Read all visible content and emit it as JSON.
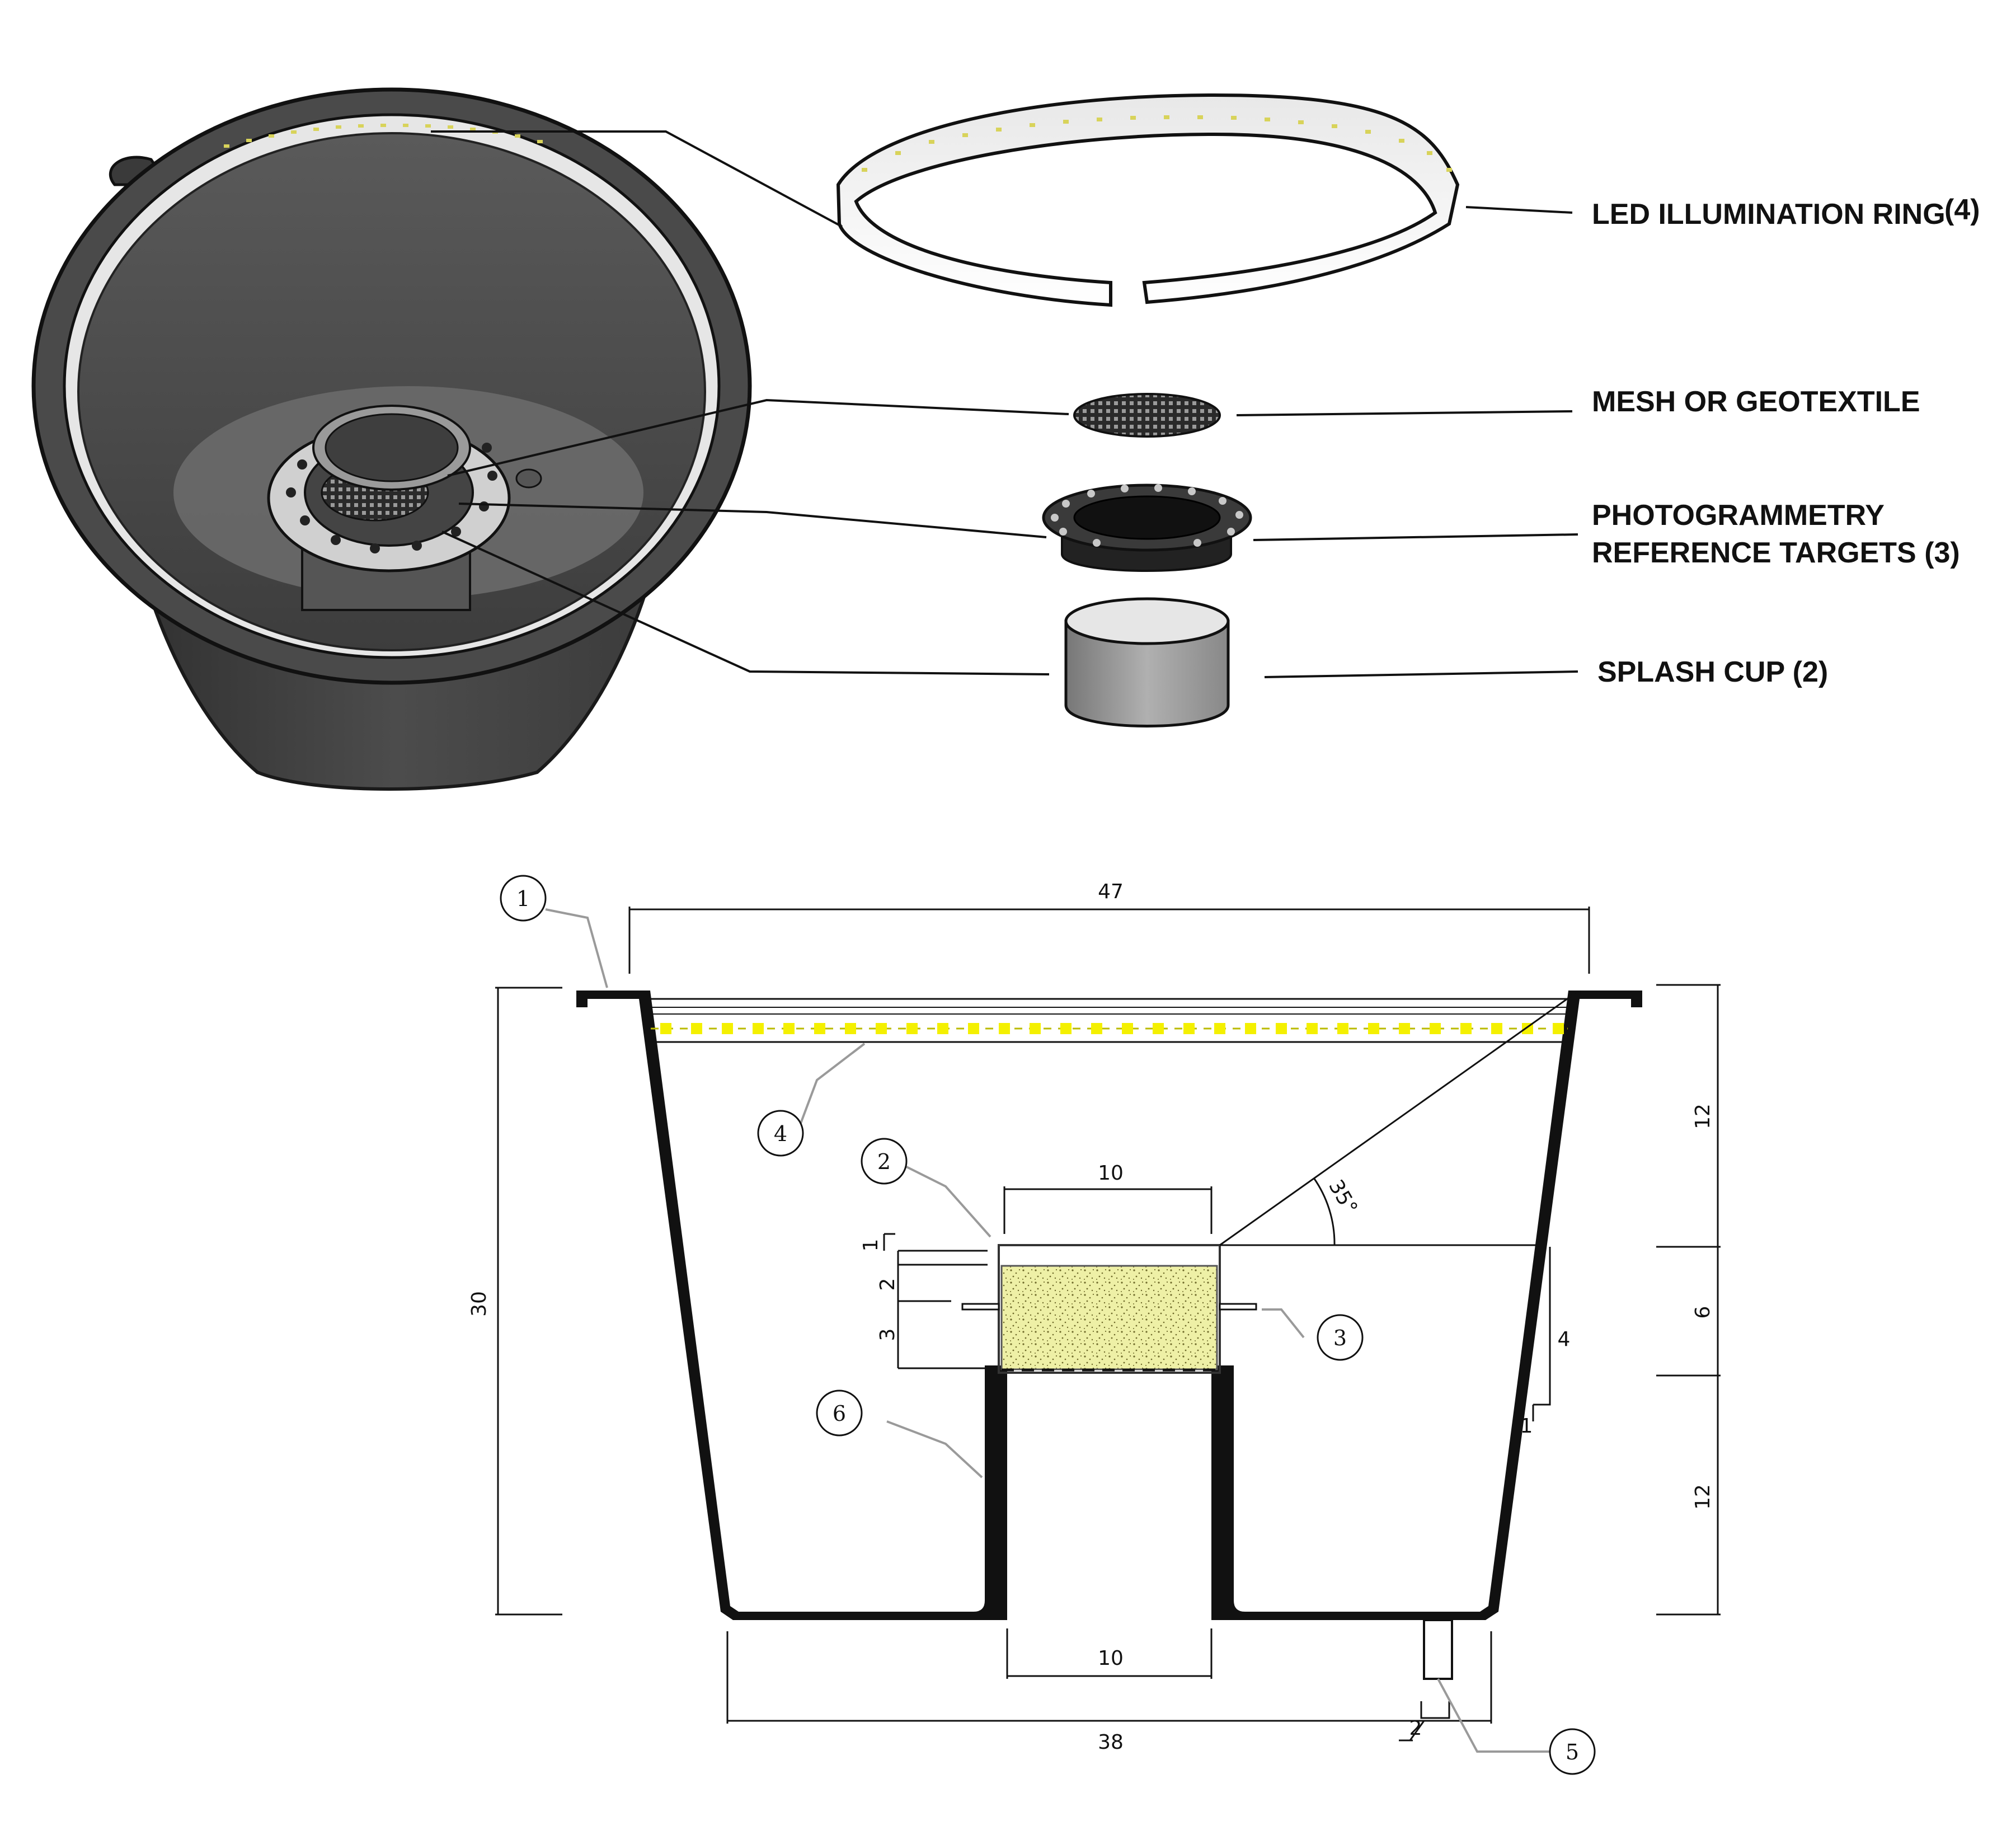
{
  "colors": {
    "bucket_dark": "#3a3a3a",
    "bucket_mid": "#555555",
    "bucket_light": "#6b6b6b",
    "led_yellow": "#f4f000",
    "sand_fill": "#eef0a6",
    "line": "#111111",
    "leader_grey": "#9a9a9a"
  },
  "exploded_view": {
    "labels": {
      "led_ring": "LED ILLUMINATION RING",
      "led_ring_num": "(4)",
      "mesh": "MESH OR GEOTEXTILE",
      "targets_line1": "PHOTOGRAMMETRY",
      "targets_line2": "REFERENCE TARGETS (3)",
      "splash_cup": "SPLASH CUP (2)"
    },
    "icons": [
      "bucket-icon",
      "led-ring-icon",
      "mesh-disc-icon",
      "target-ring-icon",
      "splash-cup-icon"
    ]
  },
  "section_view": {
    "dimensions": {
      "top_width": "47",
      "bottom_width": "38",
      "height": "30",
      "cup_width_top": "10",
      "cup_width_bottom": "10",
      "right_upper": "12",
      "right_middle": "6",
      "right_lower": "12",
      "left_1": "1",
      "left_2": "2",
      "left_3": "3",
      "inner_4": "4",
      "inner_1": "1",
      "drain_2": "2",
      "angle": "35°"
    },
    "bubbles": {
      "b1": "1",
      "b2": "2",
      "b3": "3",
      "b4": "4",
      "b5": "5",
      "b6": "6"
    }
  }
}
